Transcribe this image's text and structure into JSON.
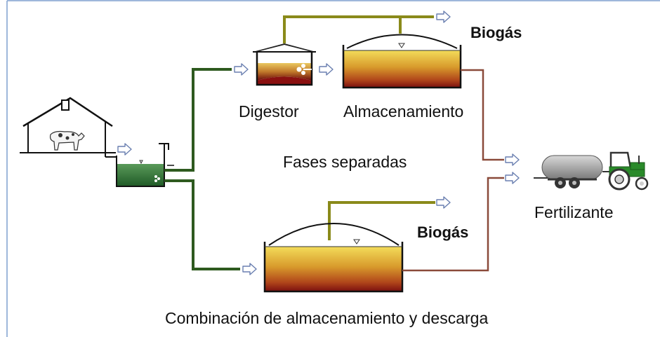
{
  "labels": {
    "biogas_top": "Biogás",
    "digestor": "Digestor",
    "almacenamiento": "Almacenamiento",
    "fases_separadas": "Fases separadas",
    "fertilizante": "Fertilizante",
    "biogas_bottom": "Biogás",
    "combinacion": "Combinación de almacenamiento y descarga"
  },
  "colors": {
    "frame": "#7f9fcf",
    "slurry_pipe": "#2e5a1f",
    "biogas_pipe": "#8a8a1a",
    "digestate_pipe": "#8a4a3a",
    "tank_top": "#f0d24a",
    "tank_mid": "#c8781e",
    "tank_bottom": "#7a0f0f",
    "pit_liquid": "#2f7a3a",
    "tractor_green": "#2a8a2a",
    "tanker_gray": "#a8a8a8",
    "arrow": "#6a7fb0"
  },
  "icons": {
    "barn": "barn-icon",
    "cow": "cow-icon",
    "tractor": "tractor-icon"
  }
}
